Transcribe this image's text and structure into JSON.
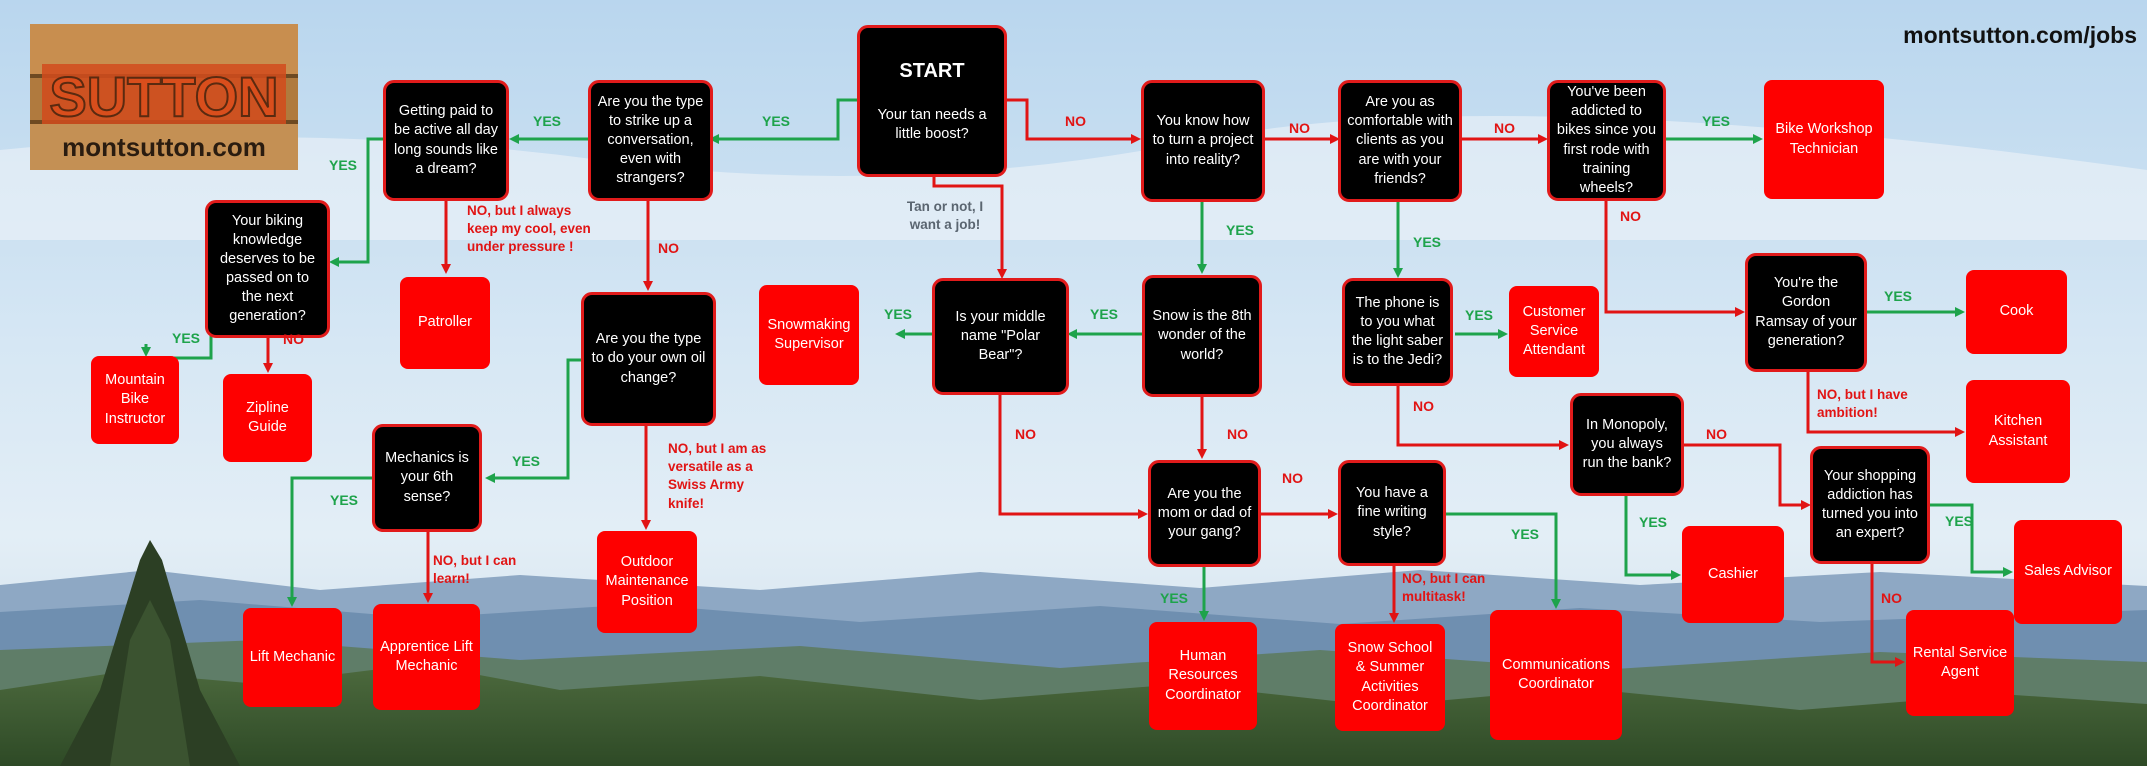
{
  "site_url": "montsutton.com/jobs",
  "logo": {
    "brand": "SUTTON",
    "domain": "montsutton.com"
  },
  "colors": {
    "question_fill": "#000000",
    "question_border": "#e11b1b",
    "job_fill": "#fe0000",
    "yes": "#1ea34b",
    "no": "#e11414",
    "note": "#5a6570"
  },
  "start": {
    "title": "START",
    "text": "Your tan needs a little boost?"
  },
  "questions": {
    "q_conversation": "Are you the type to strike up a conversation, even with strangers?",
    "q_active": "Getting paid to be active all day long sounds like a dream?",
    "q_biking": "Your biking knowledge deserves to be passed on to the next generation?",
    "q_oil": "Are you the type to do your own oil change?",
    "q_mechanics": "Mechanics is your 6th sense?",
    "q_polar": "Is your middle name \"Polar Bear\"?",
    "q_project": "You know how to turn a project into reality?",
    "q_snow": "Snow is the 8th wonder of the world?",
    "q_gang": "Are you the mom or dad of your gang?",
    "q_clients": "Are you as comfortable with clients as you are with your friends?",
    "q_phone": "The phone is to you what the light saber is to the Jedi?",
    "q_writing": "You have a fine writing style?",
    "q_bikes": "You've been addicted to bikes since you first rode with training wheels?",
    "q_ramsay": "You're the Gordon Ramsay of your generation?",
    "q_monopoly": "In Monopoly, you always run the bank?",
    "q_shopping": "Your shopping addiction has turned you into an expert?"
  },
  "jobs": {
    "j_patroller": "Patroller",
    "j_mountain_bike": "Mountain Bike Instructor",
    "j_zipline": "Zipline Guide",
    "j_outdoor": "Outdoor Maintenance Position",
    "j_lift": "Lift Mechanic",
    "j_apprentice": "Apprentice Lift Mechanic",
    "j_snowmaking": "Snowmaking Supervisor",
    "j_hr": "Human Resources Coordinator",
    "j_snow_school": "Snow School & Summer Activities Coordinator",
    "j_comms": "Communications Coordinator",
    "j_customer": "Customer Service Attendant",
    "j_bike_workshop": "Bike Workshop Technician",
    "j_cook": "Cook",
    "j_kitchen": "Kitchen Assistant",
    "j_cashier": "Cashier",
    "j_sales": "Sales Advisor",
    "j_rental": "Rental Service Agent"
  },
  "labels": {
    "yes": "YES",
    "no": "NO"
  },
  "notes": {
    "tan_or_not": "Tan or not, I want a job!",
    "keep_cool": "NO, but I always keep my cool, even under pressure !",
    "versatile": "NO, but I am as versatile as a Swiss Army knife!",
    "can_learn": "NO, but I can learn!",
    "multitask": "NO, but I can multitask!",
    "ambition": "NO, but I have ambition!"
  }
}
